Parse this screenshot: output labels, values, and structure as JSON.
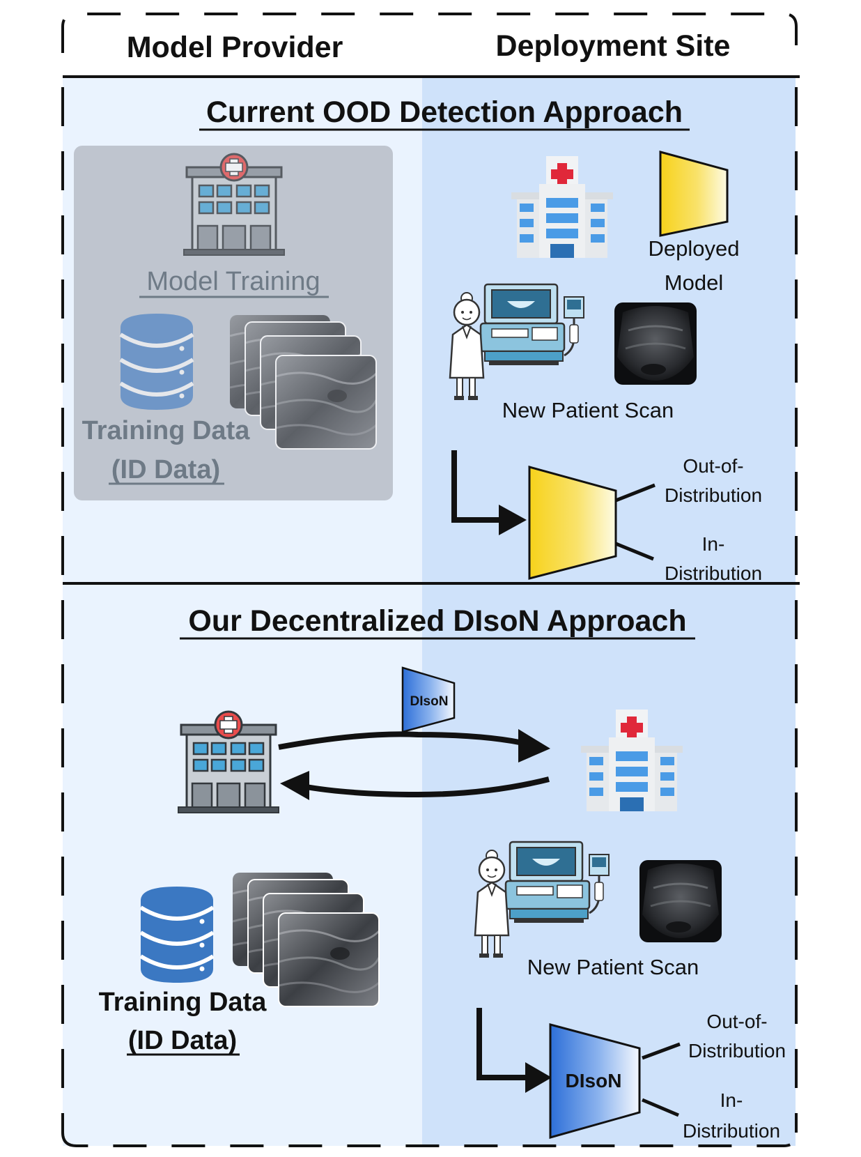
{
  "header": {
    "left_label": "Model Provider",
    "right_label": "Deployment Site"
  },
  "top_panel": {
    "title": "Current OOD Detection Approach",
    "training_box": {
      "caption": "Model Training",
      "data_label_line1": "Training Data",
      "data_label_line2": "(ID Data)"
    },
    "deployed_model_line1": "Deployed",
    "deployed_model_line2": "Model",
    "scan_label": "New Patient Scan",
    "outputs": {
      "ood_line1": "Out-of-",
      "ood_line2": "Distribution",
      "id_line1": "In-",
      "id_line2": "Distribution"
    }
  },
  "bottom_panel": {
    "title": "Our Decentralized DIsoN Approach",
    "transfer_model_label": "DIsoN",
    "data_label_line1": "Training Data",
    "data_label_line2": "(ID Data)",
    "scan_label": "New Patient Scan",
    "model_label": "DIsoN",
    "outputs": {
      "ood_line1": "Out-of-",
      "ood_line2": "Distribution",
      "id_line1": "In-",
      "id_line2": "Distribution"
    }
  },
  "colors": {
    "provider_bg": "#eaf3fe",
    "deployment_bg": "#cfe2fa",
    "training_box_bg": "#bfc5cf",
    "yellow_model": "#f7d21b",
    "blue_model": "#2d6fd8",
    "hospital_blue": "#4a9be6",
    "cross_red": "#e0283a"
  }
}
